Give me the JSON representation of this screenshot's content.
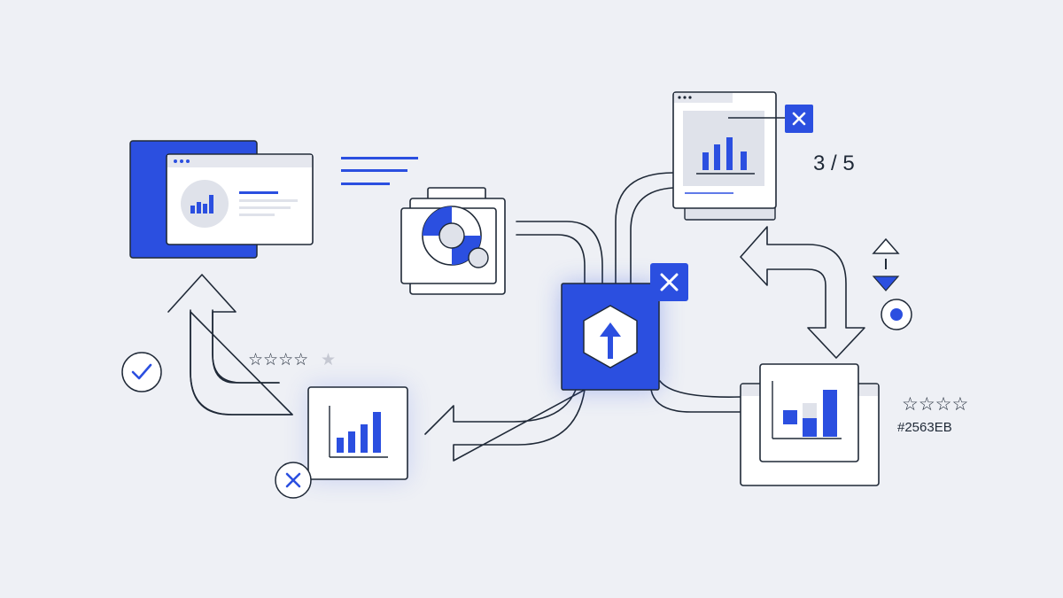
{
  "pager": {
    "text": "3 / 5"
  },
  "color_label": {
    "text": "#2563EB"
  },
  "rating_left": {
    "filled_stars": 4,
    "total_stars": 5,
    "stars": "☆☆☆☆",
    "empty": "★"
  },
  "rating_right": {
    "stars": "☆☆☆☆"
  },
  "colors": {
    "accent": "#2b4fe0",
    "background": "#eef0f5",
    "stroke": "#1f2937"
  }
}
